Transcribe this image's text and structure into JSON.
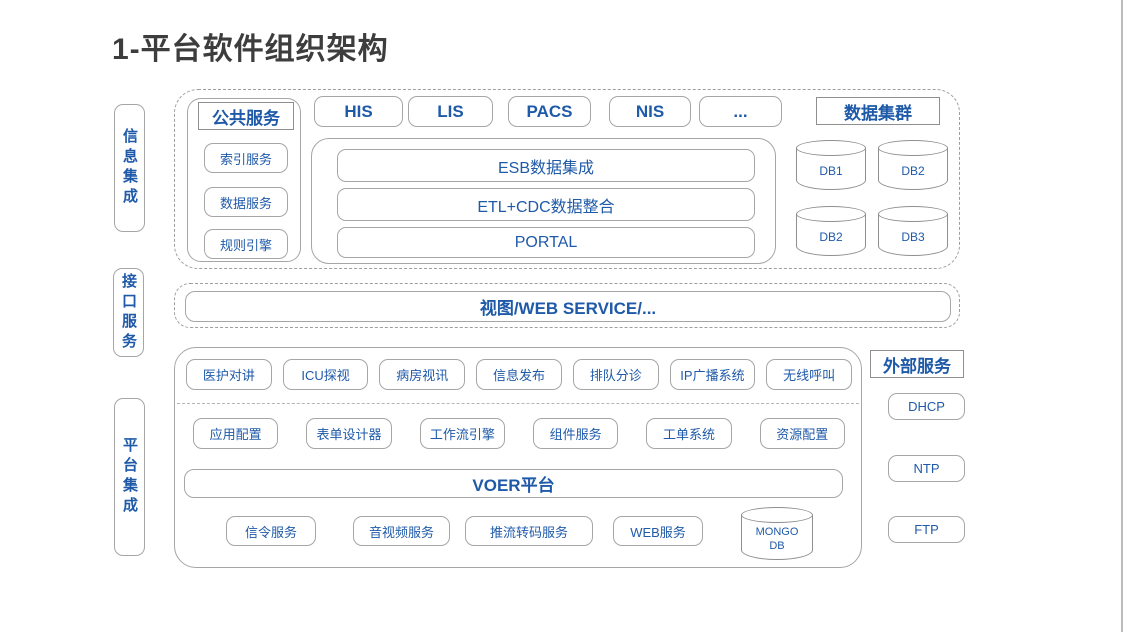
{
  "title": "1-平台软件组织架构",
  "colors": {
    "accent_blue": "#1F5AA9",
    "border_gray": "#A6A6A6",
    "title_gray": "#3D3D3D"
  },
  "left_rail": [
    "信息集成",
    "接口服务",
    "平台集成"
  ],
  "info_integration": {
    "public_services": {
      "title": "公共服务",
      "items": [
        "索引服务",
        "数据服务",
        "规则引擎"
      ]
    },
    "systems": [
      "HIS",
      "LIS",
      "PACS",
      "NIS",
      "..."
    ],
    "integration_stack": [
      "ESB数据集成",
      "ETL+CDC数据整合",
      "PORTAL"
    ],
    "data_cluster": {
      "title": "数据集群",
      "databases": [
        "DB1",
        "DB2",
        "DB2",
        "DB3"
      ]
    }
  },
  "interface_services": {
    "gateway": "视图/WEB SERVICE/..."
  },
  "platform_integration": {
    "applications": [
      "医护对讲",
      "ICU探视",
      "病房视讯",
      "信息发布",
      "排队分诊",
      "IP广播系统",
      "无线呼叫"
    ],
    "configuration_tools": [
      "应用配置",
      "表单设计器",
      "工作流引擎",
      "组件服务",
      "工单系统",
      "资源配置"
    ],
    "platform": "VOER平台",
    "base_services": [
      "信令服务",
      "音视频服务",
      "推流转码服务",
      "WEB服务"
    ],
    "database": "MONGO DB"
  },
  "external_services": {
    "title": "外部服务",
    "items": [
      "DHCP",
      "NTP",
      "FTP"
    ]
  }
}
